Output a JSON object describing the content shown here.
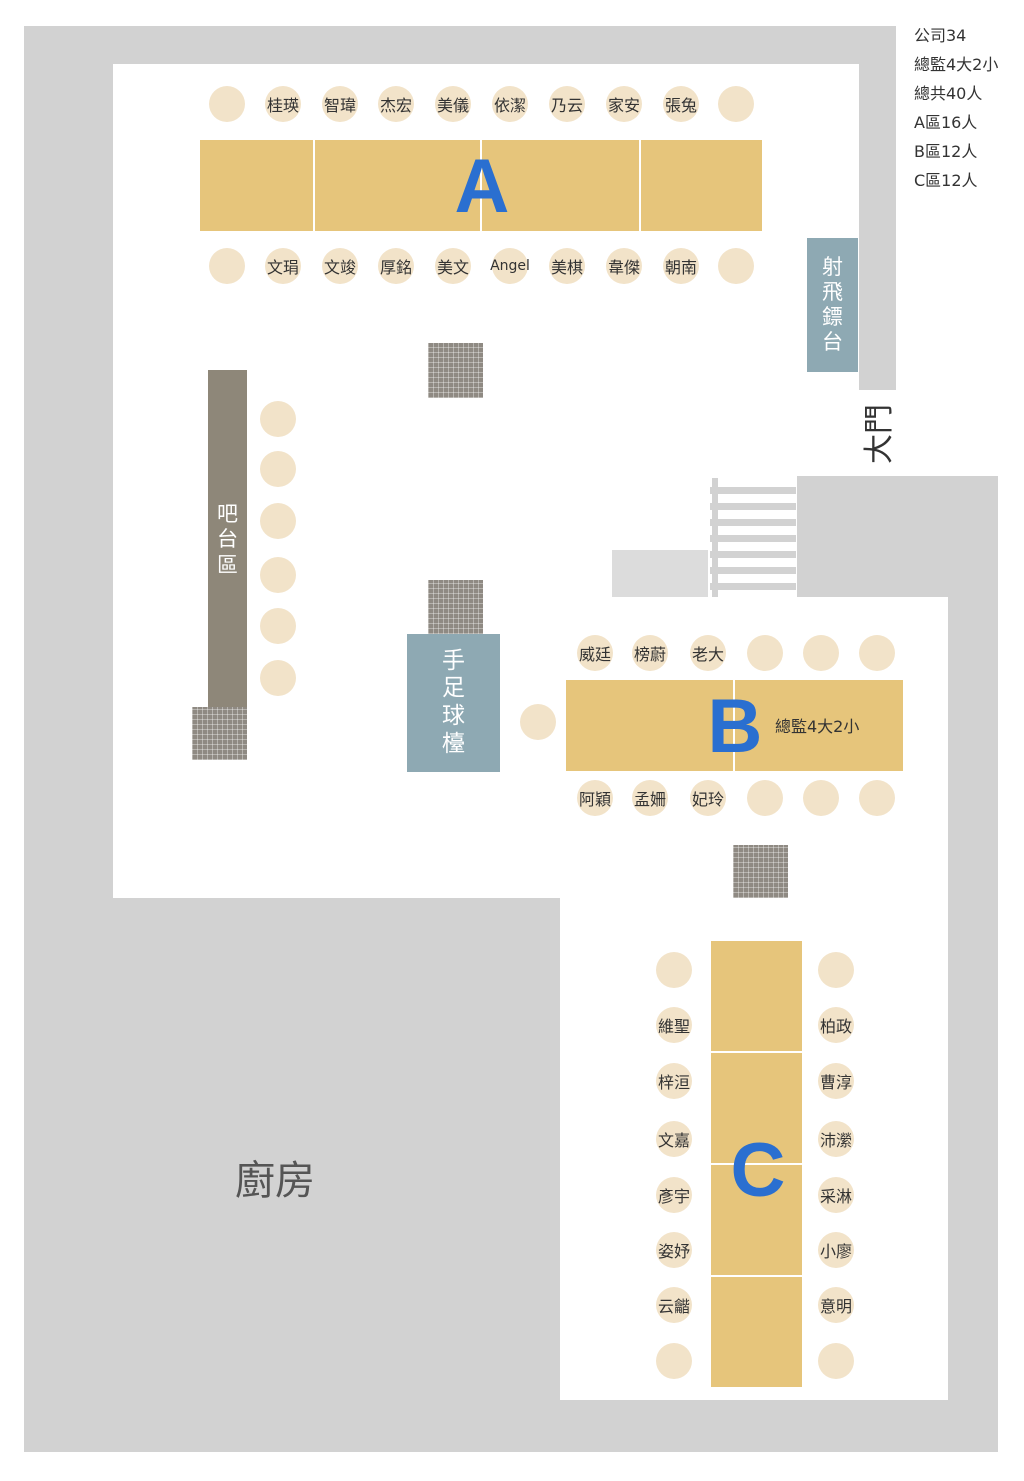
{
  "legend": [
    "公司34",
    "總監4大2小",
    "總共40人",
    "A區16人",
    "B區12人",
    "C區12人"
  ],
  "areas": {
    "bar": [
      "吧",
      "台",
      "區"
    ],
    "darts": [
      "射",
      "飛",
      "鏢",
      "台"
    ],
    "foosball": [
      "手",
      "足",
      "球",
      "檯"
    ],
    "entrance": "大門",
    "kitchen": "廚房"
  },
  "table_a": {
    "label": "A",
    "top": [
      "",
      "桂瑛",
      "智瑋",
      "杰宏",
      "美儀",
      "依潔",
      "乃云",
      "家安",
      "張兔",
      ""
    ],
    "bottom": [
      "",
      "文琄",
      "文竣",
      "厚銘",
      "美文",
      "Angel",
      "美棋",
      "韋傑",
      "朝南",
      ""
    ]
  },
  "table_b": {
    "label": "B",
    "note": "總監4大2小",
    "top": [
      "威廷",
      "榜蔚",
      "老大",
      "",
      "",
      ""
    ],
    "bottom": [
      "阿穎",
      "孟姍",
      "妃玲",
      "",
      "",
      ""
    ],
    "side": [
      ""
    ]
  },
  "table_c": {
    "label": "C",
    "left": [
      "",
      "維聖",
      "梓洹",
      "文嘉",
      "彥宇",
      "姿妤",
      "云龤",
      ""
    ],
    "right": [
      "",
      "柏政",
      "曹淳",
      "沛瀠",
      "采淋",
      "小廖",
      "意明",
      ""
    ]
  },
  "bar_seats": [
    "",
    "",
    "",
    "",
    "",
    ""
  ],
  "colors": {
    "table": "#e6c57b",
    "seat": "#f2e3c9",
    "wall": "#d2d2d2",
    "letter": "#2a6fd0",
    "blue_box": "#8ea9b3",
    "bar_counter": "#8e8779"
  }
}
